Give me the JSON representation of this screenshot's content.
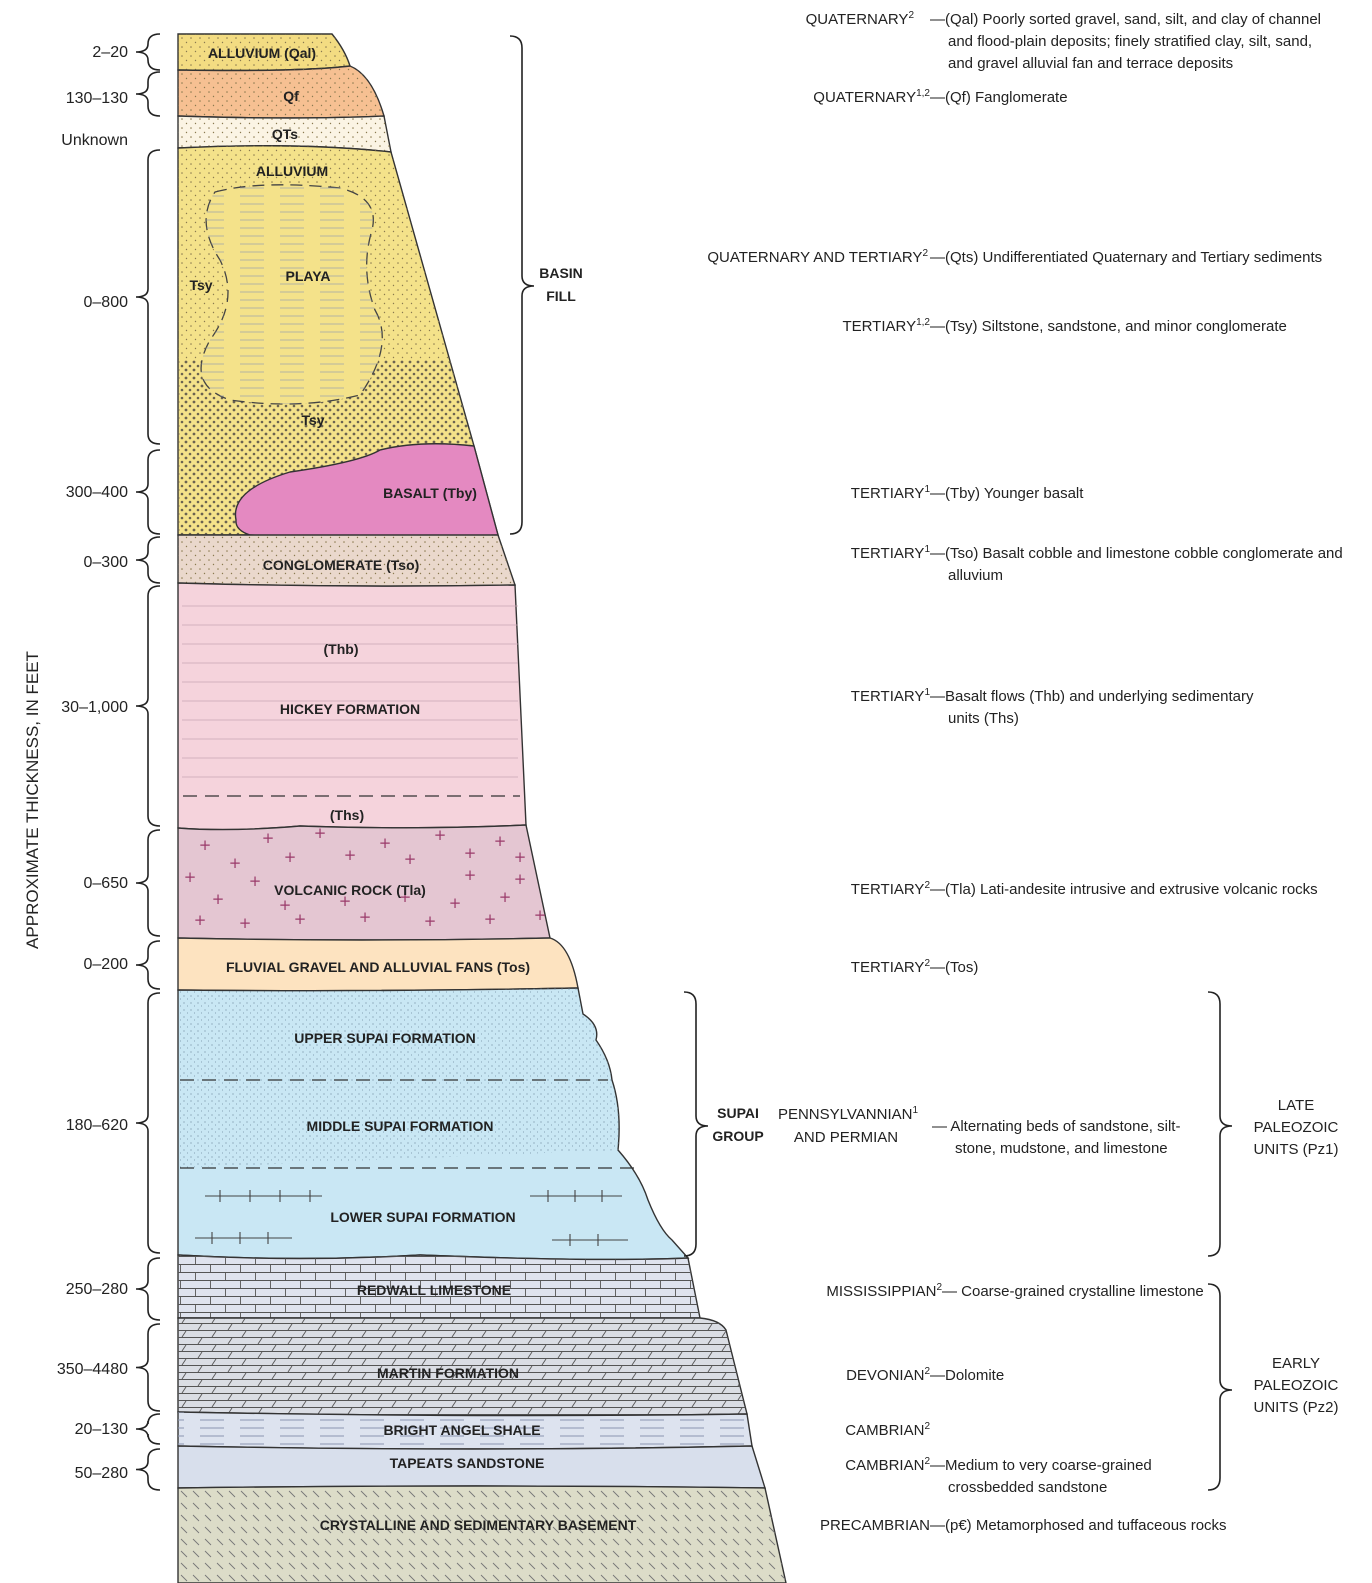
{
  "axis_label": "APPROXIMATE THICKNESS, IN FEET",
  "colors": {
    "alluvium": "#f3dc82",
    "fanglomerate": "#f6c092",
    "qts": "#fbf4e4",
    "tsy": "#f4e28a",
    "basalt": "#e489c1",
    "conglomerate": "#ead8cc",
    "hickey": "#f5d3dc",
    "volcanic": "#e4c6d2",
    "fluvial": "#fde3c0",
    "supai": "#c9e7f4",
    "redwall": "#dfe3ee",
    "martin": "#dadde4",
    "bright_angel": "#dde3ef",
    "tapeats": "#d8dfec",
    "basement": "#dcdcc8"
  },
  "units": [
    {
      "key": "qal",
      "label": "ALLUVIUM (Qal)",
      "thickness": "2–20"
    },
    {
      "key": "qf",
      "label": "Qf",
      "thickness": "130–130"
    },
    {
      "key": "qts",
      "label": "QTs",
      "thickness": "Unknown"
    },
    {
      "key": "tsy",
      "label": "ALLUVIUM",
      "sub_labels": [
        "PLAYA",
        "Tsy",
        "Tsy"
      ],
      "thickness": "0–800"
    },
    {
      "key": "tby",
      "label": "BASALT (Tby)",
      "thickness": "300–400"
    },
    {
      "key": "tso",
      "label": "CONGLOMERATE (Tso)",
      "thickness": "0–300"
    },
    {
      "key": "hickey",
      "label": "HICKEY FORMATION",
      "sub_labels": [
        "(Thb)",
        "(Ths)"
      ],
      "thickness": "30–1,000"
    },
    {
      "key": "tla",
      "label": "VOLCANIC ROCK (Tla)",
      "thickness": "0–650"
    },
    {
      "key": "tos",
      "label": "FLUVIAL GRAVEL AND ALLUVIAL FANS (Tos)",
      "thickness": "0–200"
    },
    {
      "key": "supai",
      "label": "MIDDLE SUPAI FORMATION",
      "sub_labels": [
        "UPPER SUPAI FORMATION",
        "LOWER SUPAI FORMATION"
      ],
      "thickness": "180–620"
    },
    {
      "key": "redwall",
      "label": "REDWALL LIMESTONE",
      "thickness": "250–280"
    },
    {
      "key": "martin",
      "label": "MARTIN FORMATION",
      "thickness": "350–4480"
    },
    {
      "key": "bright_angel",
      "label": "BRIGHT ANGEL SHALE",
      "thickness": "20–130"
    },
    {
      "key": "tapeats",
      "label": "TAPEATS SANDSTONE",
      "thickness": "50–280"
    },
    {
      "key": "basement",
      "label": "CRYSTALLINE AND SEDIMENTARY BASEMENT",
      "thickness": ""
    }
  ],
  "groups": {
    "basin_fill": [
      "BASIN",
      "FILL"
    ],
    "supai_group": [
      "SUPAI",
      "GROUP"
    ],
    "late_paleozoic": [
      "LATE",
      "PALEOZOIC",
      "UNITS (Pz1)"
    ],
    "early_paleozoic": [
      "EARLY",
      "PALEOZOIC",
      "UNITS (Pz2)"
    ]
  },
  "legend": [
    {
      "age": "QUATERNARY",
      "sup": "2",
      "lines": [
        "—(Qal) Poorly sorted gravel, sand, silt, and clay of channel",
        "and flood-plain deposits; finely stratified clay, silt, sand,",
        "and gravel alluvial fan and terrace deposits"
      ]
    },
    {
      "age": "QUATERNARY",
      "sup": "1,2",
      "lines": [
        "—(Qf) Fanglomerate"
      ]
    },
    {
      "age": "QUATERNARY AND TERTIARY",
      "sup": "2",
      "lines": [
        "—(Qts) Undifferentiated Quaternary and Tertiary sediments"
      ]
    },
    {
      "age": "TERTIARY",
      "sup": "1,2",
      "lines": [
        "—(Tsy) Siltstone, sandstone, and minor conglomerate"
      ]
    },
    {
      "age": "TERTIARY",
      "sup": "1",
      "lines": [
        "—(Tby) Younger basalt"
      ]
    },
    {
      "age": "TERTIARY",
      "sup": "1",
      "lines": [
        "—(Tso) Basalt cobble and limestone cobble conglomerate and",
        "alluvium"
      ]
    },
    {
      "age": "TERTIARY",
      "sup": "1",
      "lines": [
        "—Basalt flows (Thb) and underlying sedimentary",
        "units (Ths)"
      ]
    },
    {
      "age": "TERTIARY",
      "sup": "2",
      "lines": [
        "—(Tla) Lati-andesite intrusive and extrusive volcanic rocks"
      ]
    },
    {
      "age": "TERTIARY",
      "sup": "2",
      "lines": [
        "—(Tos)"
      ]
    },
    {
      "age": "PENNSYLVANNIAN",
      "age2": "AND PERMIAN",
      "sup": "1",
      "lines": [
        "— Alternating beds of sandstone, silt-",
        "stone, mudstone, and limestone"
      ]
    },
    {
      "age": "MISSISSIPPIAN",
      "sup": "2",
      "lines": [
        "— Coarse-grained crystalline limestone"
      ]
    },
    {
      "age": "DEVONIAN",
      "sup": "2",
      "lines": [
        "—Dolomite"
      ]
    },
    {
      "age": "CAMBRIAN",
      "sup": "2",
      "lines": [
        ""
      ]
    },
    {
      "age": "CAMBRIAN",
      "sup": "2",
      "lines": [
        "—Medium to very coarse-grained",
        "crossbedded sandstone"
      ]
    },
    {
      "age": "PRECAMBRIAN",
      "sup": "",
      "lines": [
        "—(p€) Metamorphosed and tuffaceous rocks"
      ]
    }
  ]
}
